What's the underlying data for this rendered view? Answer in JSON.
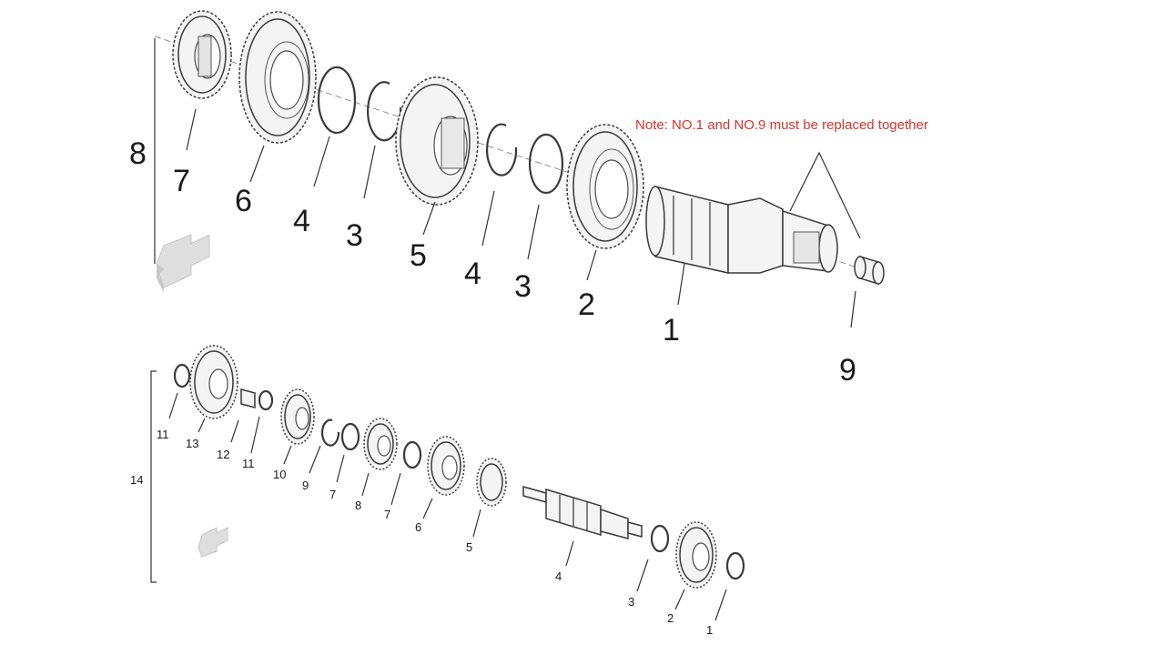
{
  "diagram": {
    "note": "Note: NO.1 and NO.9 must be replaced together",
    "upper_assembly": {
      "group_label": "8",
      "callouts": [
        "7",
        "6",
        "4",
        "3",
        "5",
        "4",
        "3",
        "2",
        "1",
        "9"
      ]
    },
    "lower_assembly": {
      "group_label": "14",
      "callouts": [
        "11",
        "13",
        "12",
        "11",
        "10",
        "9",
        "7",
        "8",
        "7",
        "6",
        "5",
        "4",
        "3",
        "2",
        "1"
      ]
    },
    "colors": {
      "note": "#d9342f",
      "lines": "#333333",
      "arrow": "#dedede"
    }
  }
}
